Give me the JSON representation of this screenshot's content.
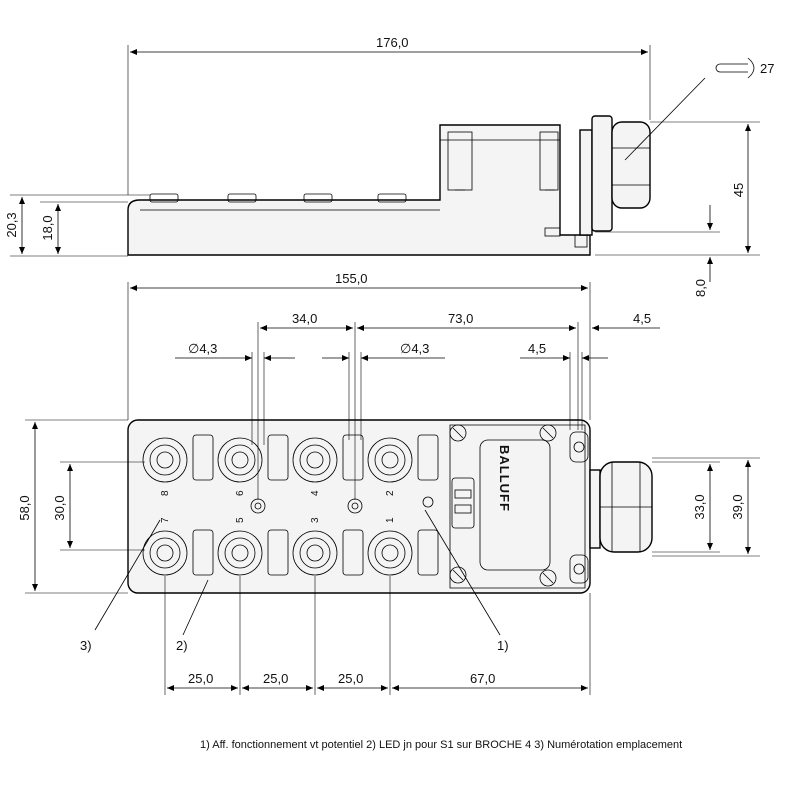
{
  "dimensions": {
    "overall_length": "176,0",
    "body_length": "155,0",
    "spacing_34": "34,0",
    "spacing_73": "73,0",
    "offset_4_5_top": "4,5",
    "offset_4_5": "4,5",
    "hole_dia_left": "∅4,3",
    "hole_dia_right": "∅4,3",
    "wrench_size": "27",
    "height_45": "45",
    "height_8": "8,0",
    "height_20_3": "20,3",
    "height_18": "18,0",
    "width_58": "58,0",
    "width_30": "30,0",
    "width_33": "33,0",
    "width_39": "39,0",
    "pitch_1": "25,0",
    "pitch_2": "25,0",
    "pitch_3": "25,0",
    "tail_67": "67,0"
  },
  "port_numbers": {
    "top": [
      "8",
      "6",
      "4",
      "2"
    ],
    "bottom": [
      "7",
      "5",
      "3",
      "1"
    ]
  },
  "brand": "BALLUFF",
  "callouts": [
    "1)",
    "2)",
    "3)"
  ],
  "legend": "1) Aff. fonctionnement vt potentiel  2) LED jn pour S1 sur BROCHE 4  3) Numérotation emplacement"
}
